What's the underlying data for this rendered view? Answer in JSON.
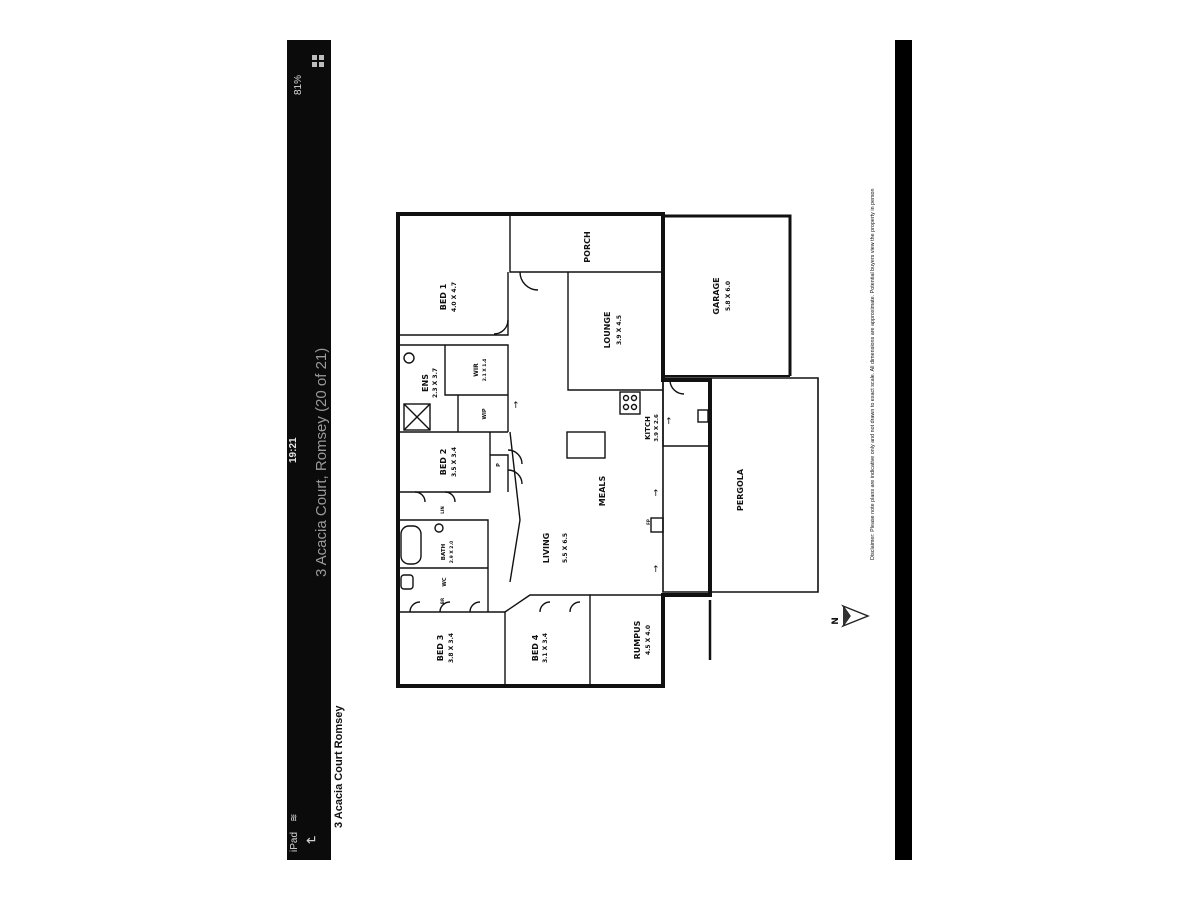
{
  "status_bar": {
    "device": "iPad",
    "time": "19:21",
    "battery": "81%"
  },
  "nav": {
    "title": "3 Acacia Court, Romsey (20 of 21)"
  },
  "page": {
    "caption": "3 Acacia Court Romsey",
    "disclaimer": "Disclaimer: Please note plans are indicative only and not drawn to exact scale. All dimensions are approximate. Potential buyers view the property in person",
    "north_label": "N"
  },
  "rooms": {
    "bed1": {
      "name": "BED 1",
      "size": "4.0 X 4.7"
    },
    "porch": {
      "name": "PORCH"
    },
    "garage": {
      "name": "GARAGE",
      "size": "5.8 X 6.0"
    },
    "lounge": {
      "name": "LOUNGE",
      "size": "3.9 X 4.5"
    },
    "ens": {
      "name": "ENS",
      "size": "2.3 X 3.7"
    },
    "wir": {
      "name": "WIR",
      "size": "2.1 X 1.4"
    },
    "wip": {
      "name": "WIP"
    },
    "kitch": {
      "name": "KITCH",
      "size": "3.9 X 2.6"
    },
    "bed2": {
      "name": "BED 2",
      "size": "3.5 X 3.4"
    },
    "pantry": {
      "name": "P"
    },
    "meals": {
      "name": "MEALS"
    },
    "pergola": {
      "name": "PERGOLA"
    },
    "bath": {
      "name": "BATH",
      "size": "2.9 X 2.0"
    },
    "living": {
      "name": "LIVING",
      "size": "5.5 X 6.5"
    },
    "wc": {
      "name": "WC"
    },
    "bed3": {
      "name": "BED 3",
      "size": "3.8 X 3.4"
    },
    "bed4": {
      "name": "BED 4",
      "size": "3.1 X 3.4"
    },
    "rumpus": {
      "name": "RUMPUS",
      "size": "4.5 X 4.0"
    },
    "lin": {
      "name": "LIN"
    },
    "robe": {
      "name": "BR"
    },
    "fireplace": {
      "name": "FP"
    }
  }
}
